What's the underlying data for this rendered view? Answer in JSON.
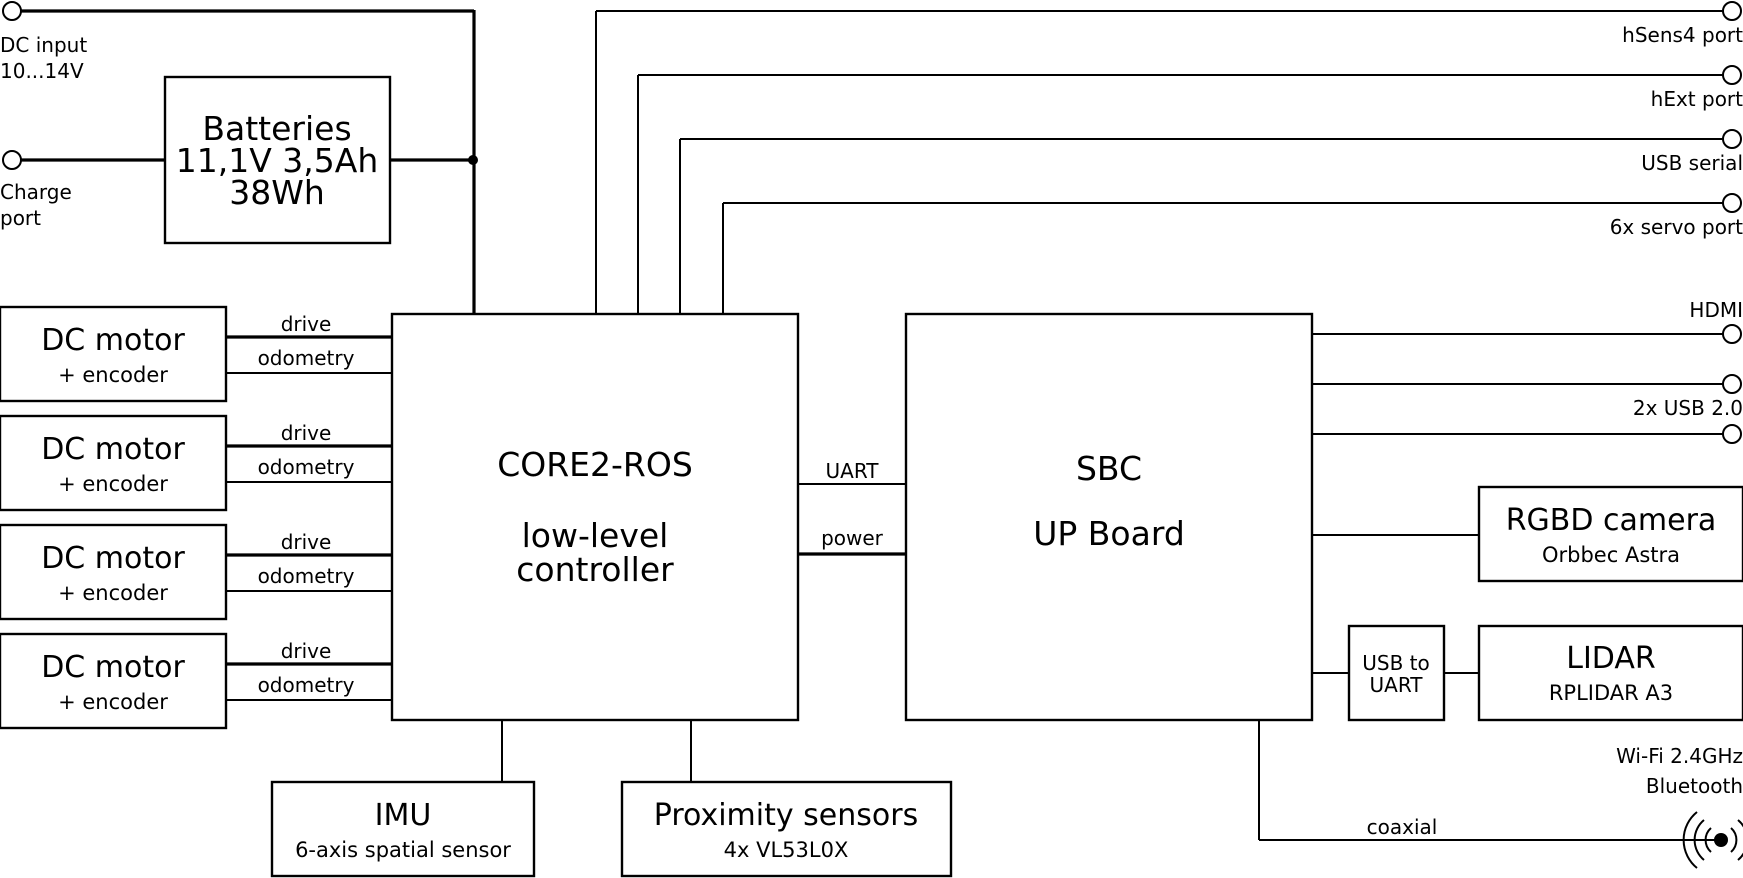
{
  "inputs": {
    "dc_input_line1": "DC input",
    "dc_input_line2": "10...14V",
    "charge_line1": "Charge",
    "charge_line2": "port"
  },
  "batteries": {
    "line1": "Batteries",
    "line2": "11,1V 3,5Ah",
    "line3": "38Wh"
  },
  "motors": [
    {
      "title": "DC motor",
      "subtitle": "+ encoder",
      "drive": "drive",
      "odometry": "odometry"
    },
    {
      "title": "DC motor",
      "subtitle": "+ encoder",
      "drive": "drive",
      "odometry": "odometry"
    },
    {
      "title": "DC motor",
      "subtitle": "+ encoder",
      "drive": "drive",
      "odometry": "odometry"
    },
    {
      "title": "DC motor",
      "subtitle": "+ encoder",
      "drive": "drive",
      "odometry": "odometry"
    }
  ],
  "controller": {
    "line1": "CORE2-ROS",
    "line2": "low-level",
    "line3": "controller"
  },
  "links": {
    "uart": "UART",
    "power": "power",
    "coaxial": "coaxial"
  },
  "sbc": {
    "line1": "SBC",
    "line2": "UP Board"
  },
  "top_ports": {
    "hsens": "hSens4 port",
    "hext": "hExt port",
    "usb_serial": "USB serial",
    "servo": "6x servo port"
  },
  "sbc_ports": {
    "hdmi": "HDMI",
    "usb": "2x USB 2.0"
  },
  "camera": {
    "title": "RGBD camera",
    "subtitle": "Orbbec Astra"
  },
  "usb_uart": {
    "line1": "USB to",
    "line2": "UART"
  },
  "lidar": {
    "title": "LIDAR",
    "subtitle": "RPLIDAR A3"
  },
  "wireless": {
    "line1": "Wi-Fi 2.4GHz",
    "line2": "Bluetooth"
  },
  "imu": {
    "title": "IMU",
    "subtitle": "6-axis spatial sensor"
  },
  "proximity": {
    "title": "Proximity sensors",
    "subtitle": "4x VL53L0X"
  }
}
